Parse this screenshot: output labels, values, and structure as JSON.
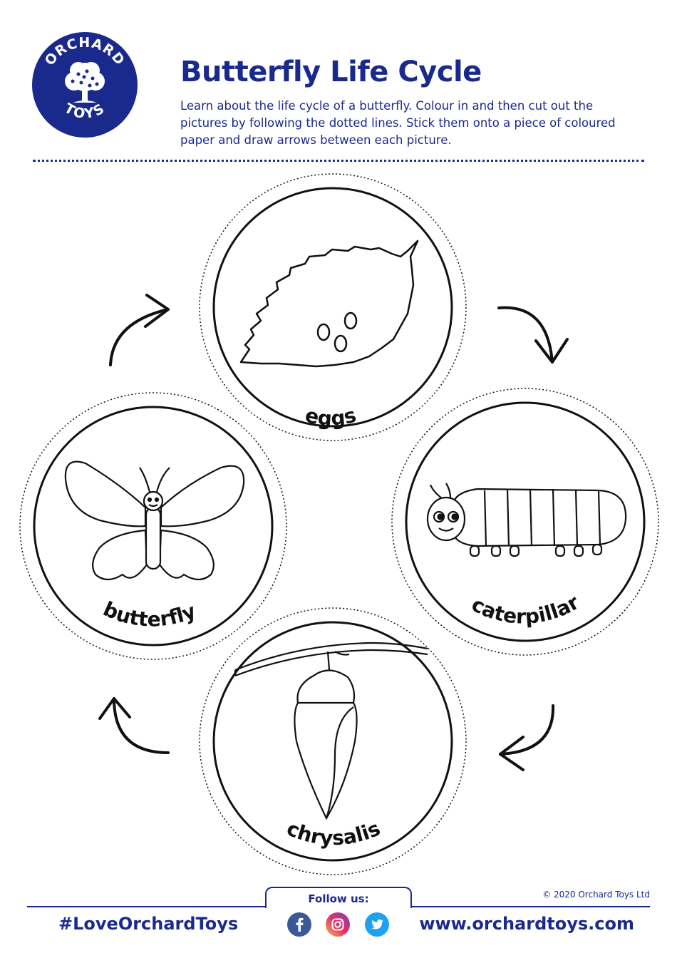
{
  "brand": {
    "logo_top": "ORCHARD",
    "logo_bottom": "TOYS",
    "primary_color": "#1a2a8c"
  },
  "header": {
    "title": "Butterfly Life Cycle",
    "intro": "Learn about the life cycle of a butterfly. Colour in and then cut out the pictures by following the dotted lines. Stick them onto a piece of coloured paper and draw arrows between each picture."
  },
  "stages": [
    {
      "label": "eggs",
      "icon": "leaf-with-eggs-icon"
    },
    {
      "label": "caterpillar",
      "icon": "caterpillar-icon"
    },
    {
      "label": "chrysalis",
      "icon": "chrysalis-icon"
    },
    {
      "label": "butterfly",
      "icon": "butterfly-icon"
    }
  ],
  "footer": {
    "follow_label": "Follow us:",
    "copyright": "© 2020 Orchard Toys Ltd",
    "hashtag": "#LoveOrchardToys",
    "website": "www.orchardtoys.com",
    "social": [
      {
        "name": "facebook-icon",
        "color": "#3b5998"
      },
      {
        "name": "instagram-icon",
        "color": "#d6249f"
      },
      {
        "name": "twitter-icon",
        "color": "#1da1f2"
      }
    ]
  }
}
